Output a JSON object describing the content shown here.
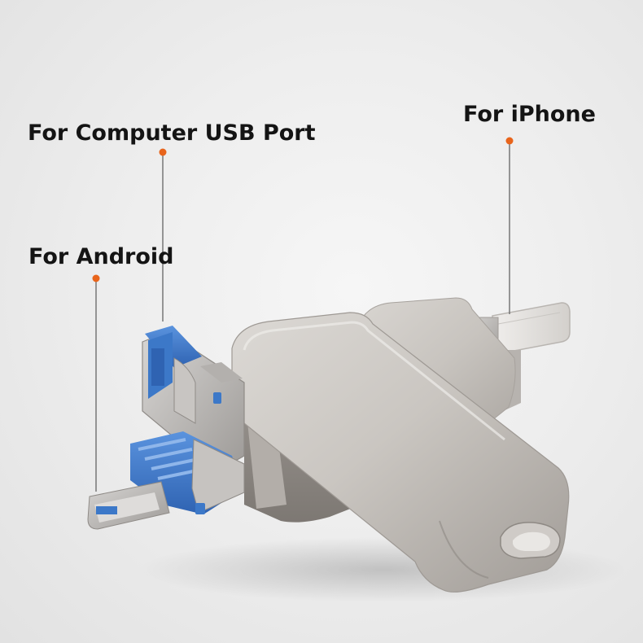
{
  "labels": {
    "computer_usb": "For Computer USB Port",
    "iphone": "For iPhone",
    "android": "For Android"
  },
  "colors": {
    "background": "#ececec",
    "leader_line": "#6e6e6e",
    "leader_dot": "#e8641b",
    "metal_silver": "#c9c5c1",
    "connector_blue": "#3c78c8",
    "label_text": "#141414"
  },
  "image": {
    "subject": "otg-flash-drive",
    "icon": "usb-flash-drive-icon"
  }
}
